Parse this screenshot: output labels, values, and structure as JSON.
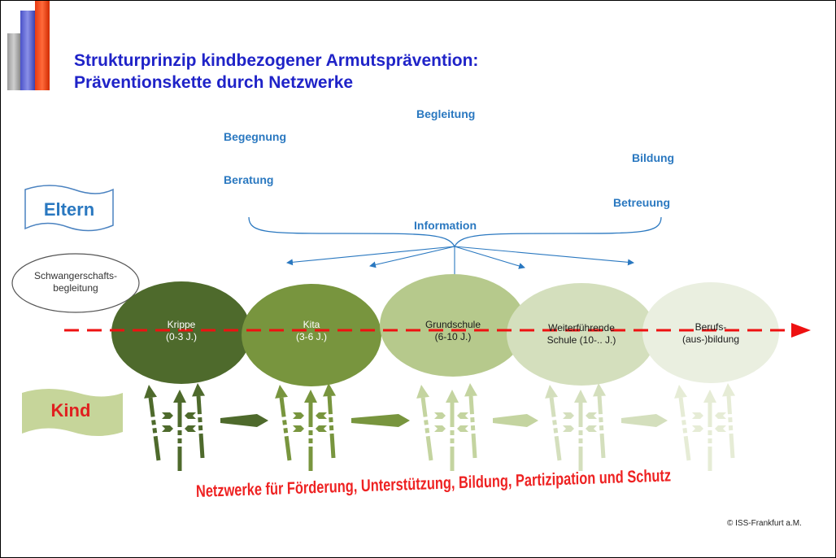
{
  "title": {
    "line1": "Strukturprinzip kindbezogener Armutsprävention:",
    "line2": "Präventionskette durch Netzwerke"
  },
  "keywords": {
    "begleitung": "Begleitung",
    "begegnung": "Begegnung",
    "bildung": "Bildung",
    "beratung": "Beratung",
    "betreuung": "Betreuung",
    "information": "Information"
  },
  "eltern": "Eltern",
  "kind": "Kind",
  "pregnancy": {
    "line1": "Schwangerschafts-",
    "line2": "begleitung"
  },
  "stages": [
    {
      "line1": "Krippe",
      "line2": "(0-3 J.)",
      "fill": "#4e6a2c",
      "text_color": "#ffffff"
    },
    {
      "line1": "Kita",
      "line2": "(3-6 J.)",
      "fill": "#78953e",
      "text_color": "#ffffff"
    },
    {
      "line1": "Grundschule",
      "line2": "(6-10 J.)",
      "fill": "#b6c98c",
      "text_color": "#1a1a1a"
    },
    {
      "line1": "Weiterführende",
      "line2": "Schule (10-.. J.)",
      "fill": "#d4dfbd",
      "text_color": "#1a1a1a"
    },
    {
      "line1": "Berufs-",
      "line2": "(aus-)bildung",
      "fill": "#eaefe0",
      "text_color": "#1a1a1a"
    }
  ],
  "arrow_group_colors": [
    "#4e6a2c",
    "#78953e",
    "#c4d4a0",
    "#d4dfbd",
    "#e6ecd6"
  ],
  "network_text": "Netzwerke für Förderung, Unterstützung, Bildung, Partizipation und Schutz",
  "copyright": "© ISS-Frankfurt a.M.",
  "colors": {
    "title": "#1f23c8",
    "keyword": "#2a78c0",
    "timeline": "#ee1111",
    "kind_banner": "#c6d59a",
    "kind_text": "#e02020",
    "eltern_text": "#2a78c0"
  }
}
